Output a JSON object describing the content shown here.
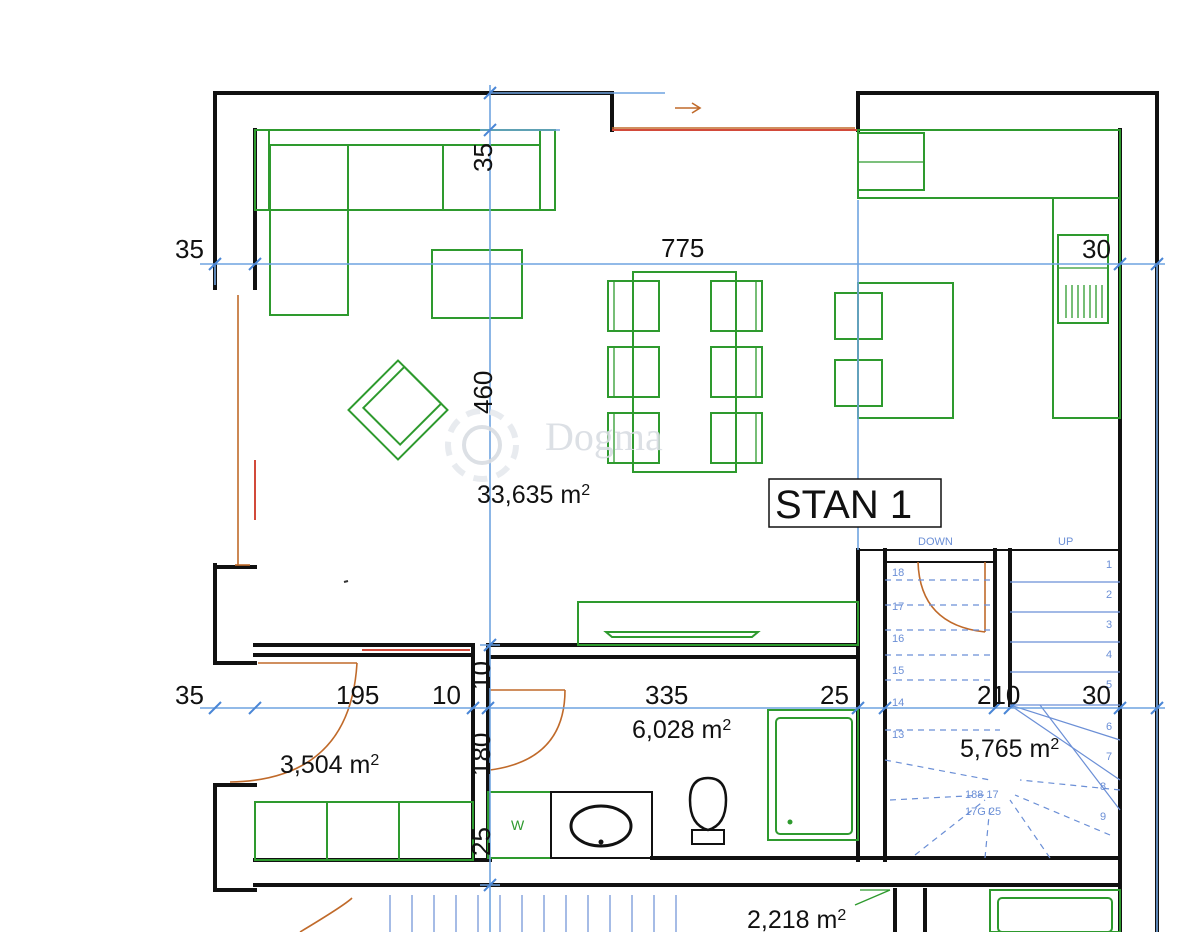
{
  "watermark": "Dogma",
  "apartment_label": "STAN 1",
  "dimensions": {
    "living_width": "775",
    "living_height": "460",
    "top_wall": "35",
    "left_wall_upper": "35",
    "right_wall_upper": "30",
    "left_wall_lower": "35",
    "hall_width": "195",
    "partition_1": "10",
    "partition_2": "10",
    "bath_width": "335",
    "bath_wall": "25",
    "stair_width": "210",
    "right_wall_lower": "30",
    "bath_depth": "180",
    "bottom_wall": "25"
  },
  "areas": {
    "living": "33,635 m",
    "hall": "3,504 m",
    "bath": "6,028 m",
    "stairs": "5,765 m",
    "lower_room": "2,218 m",
    "unit_exp": "2"
  },
  "stairs": {
    "down_label": "DOWN",
    "up_label": "UP",
    "steps_right": [
      "1",
      "2",
      "3",
      "4",
      "5",
      "6",
      "7",
      "8",
      "9"
    ],
    "steps_left": [
      "18",
      "17",
      "16",
      "15",
      "14",
      "13"
    ],
    "formula_top": "188 17",
    "formula_bottom": "17G 25"
  },
  "fixtures": {
    "washer_label": "W"
  }
}
